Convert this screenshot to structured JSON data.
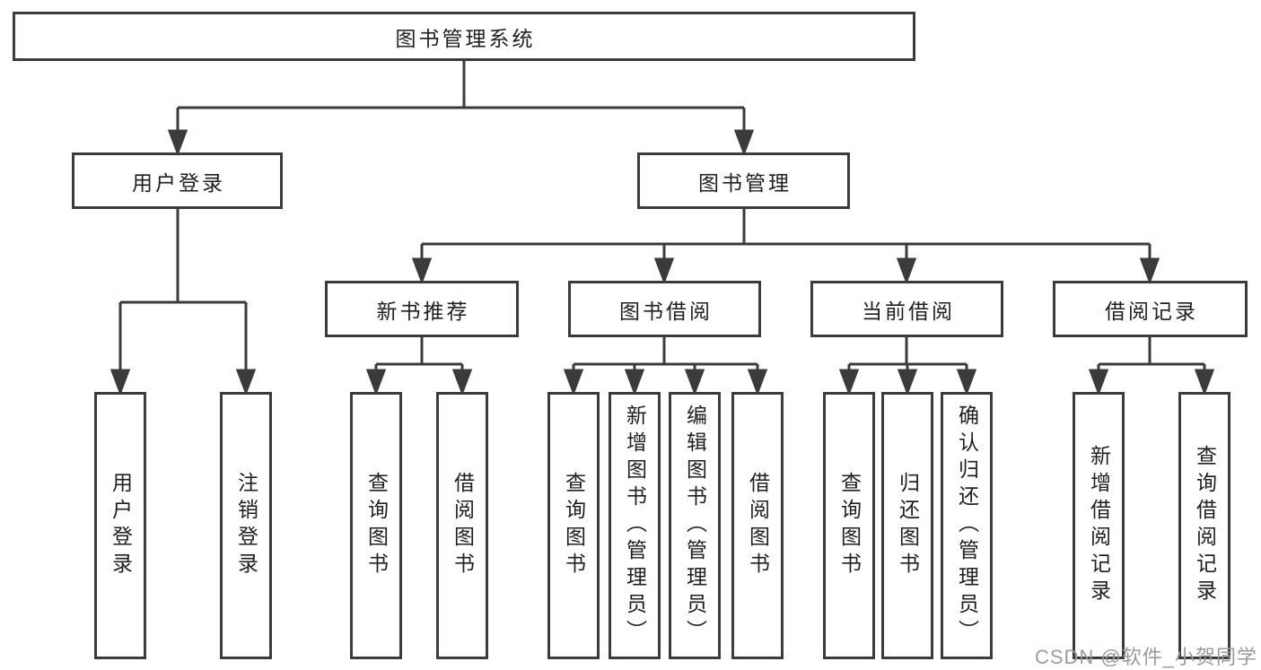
{
  "diagram": {
    "type": "tree",
    "root": {
      "label": "图书管理系统"
    },
    "level2": {
      "user_login": {
        "label": "用户登录"
      },
      "book_mgmt": {
        "label": "图书管理"
      }
    },
    "level3": {
      "new_book_rec": {
        "label": "新书推荐"
      },
      "book_borrow": {
        "label": "图书借阅"
      },
      "current_borrow": {
        "label": "当前借阅"
      },
      "borrow_records": {
        "label": "借阅记录"
      }
    },
    "leaves": {
      "user_login": [
        "用户登录",
        "注销登录"
      ],
      "new_book_rec": [
        "查询图书",
        "借阅图书"
      ],
      "book_borrow": [
        "查询图书",
        "新增图书（管理员）",
        "编辑图书（管理员）",
        "借阅图书"
      ],
      "current_borrow": [
        "查询图书",
        "归还图书",
        "确认归还（管理员）"
      ],
      "borrow_records": [
        "新增借阅记录",
        "查询借阅记录"
      ]
    },
    "colors": {
      "line": "#3b3b3b",
      "text": "#1f1f1f",
      "box_background": "#ffffff",
      "page_background": "#ffffff",
      "watermark": "#9b9b9b"
    },
    "watermark": {
      "text": "CSDN @软件_小贺同学"
    }
  }
}
